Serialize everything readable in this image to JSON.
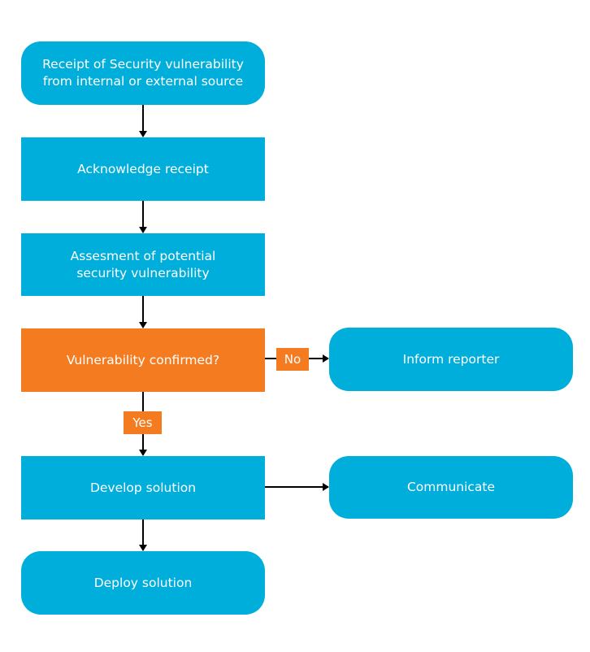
{
  "colors": {
    "process_blue": "#00AEDB",
    "decision_orange": "#F47B20",
    "arrow": "#000000",
    "background": "#FFFFFF"
  },
  "nodes": {
    "receipt": "Receipt of Security vulnerability\nfrom internal or external source",
    "acknowledge": "Acknowledge receipt",
    "assessment": "Assesment of potential\nsecurity vulnerability",
    "decision": "Vulnerability confirmed?",
    "inform": "Inform reporter",
    "develop": "Develop solution",
    "communicate": "Communicate",
    "deploy": "Deploy solution"
  },
  "edge_labels": {
    "no": "No",
    "yes": "Yes"
  }
}
